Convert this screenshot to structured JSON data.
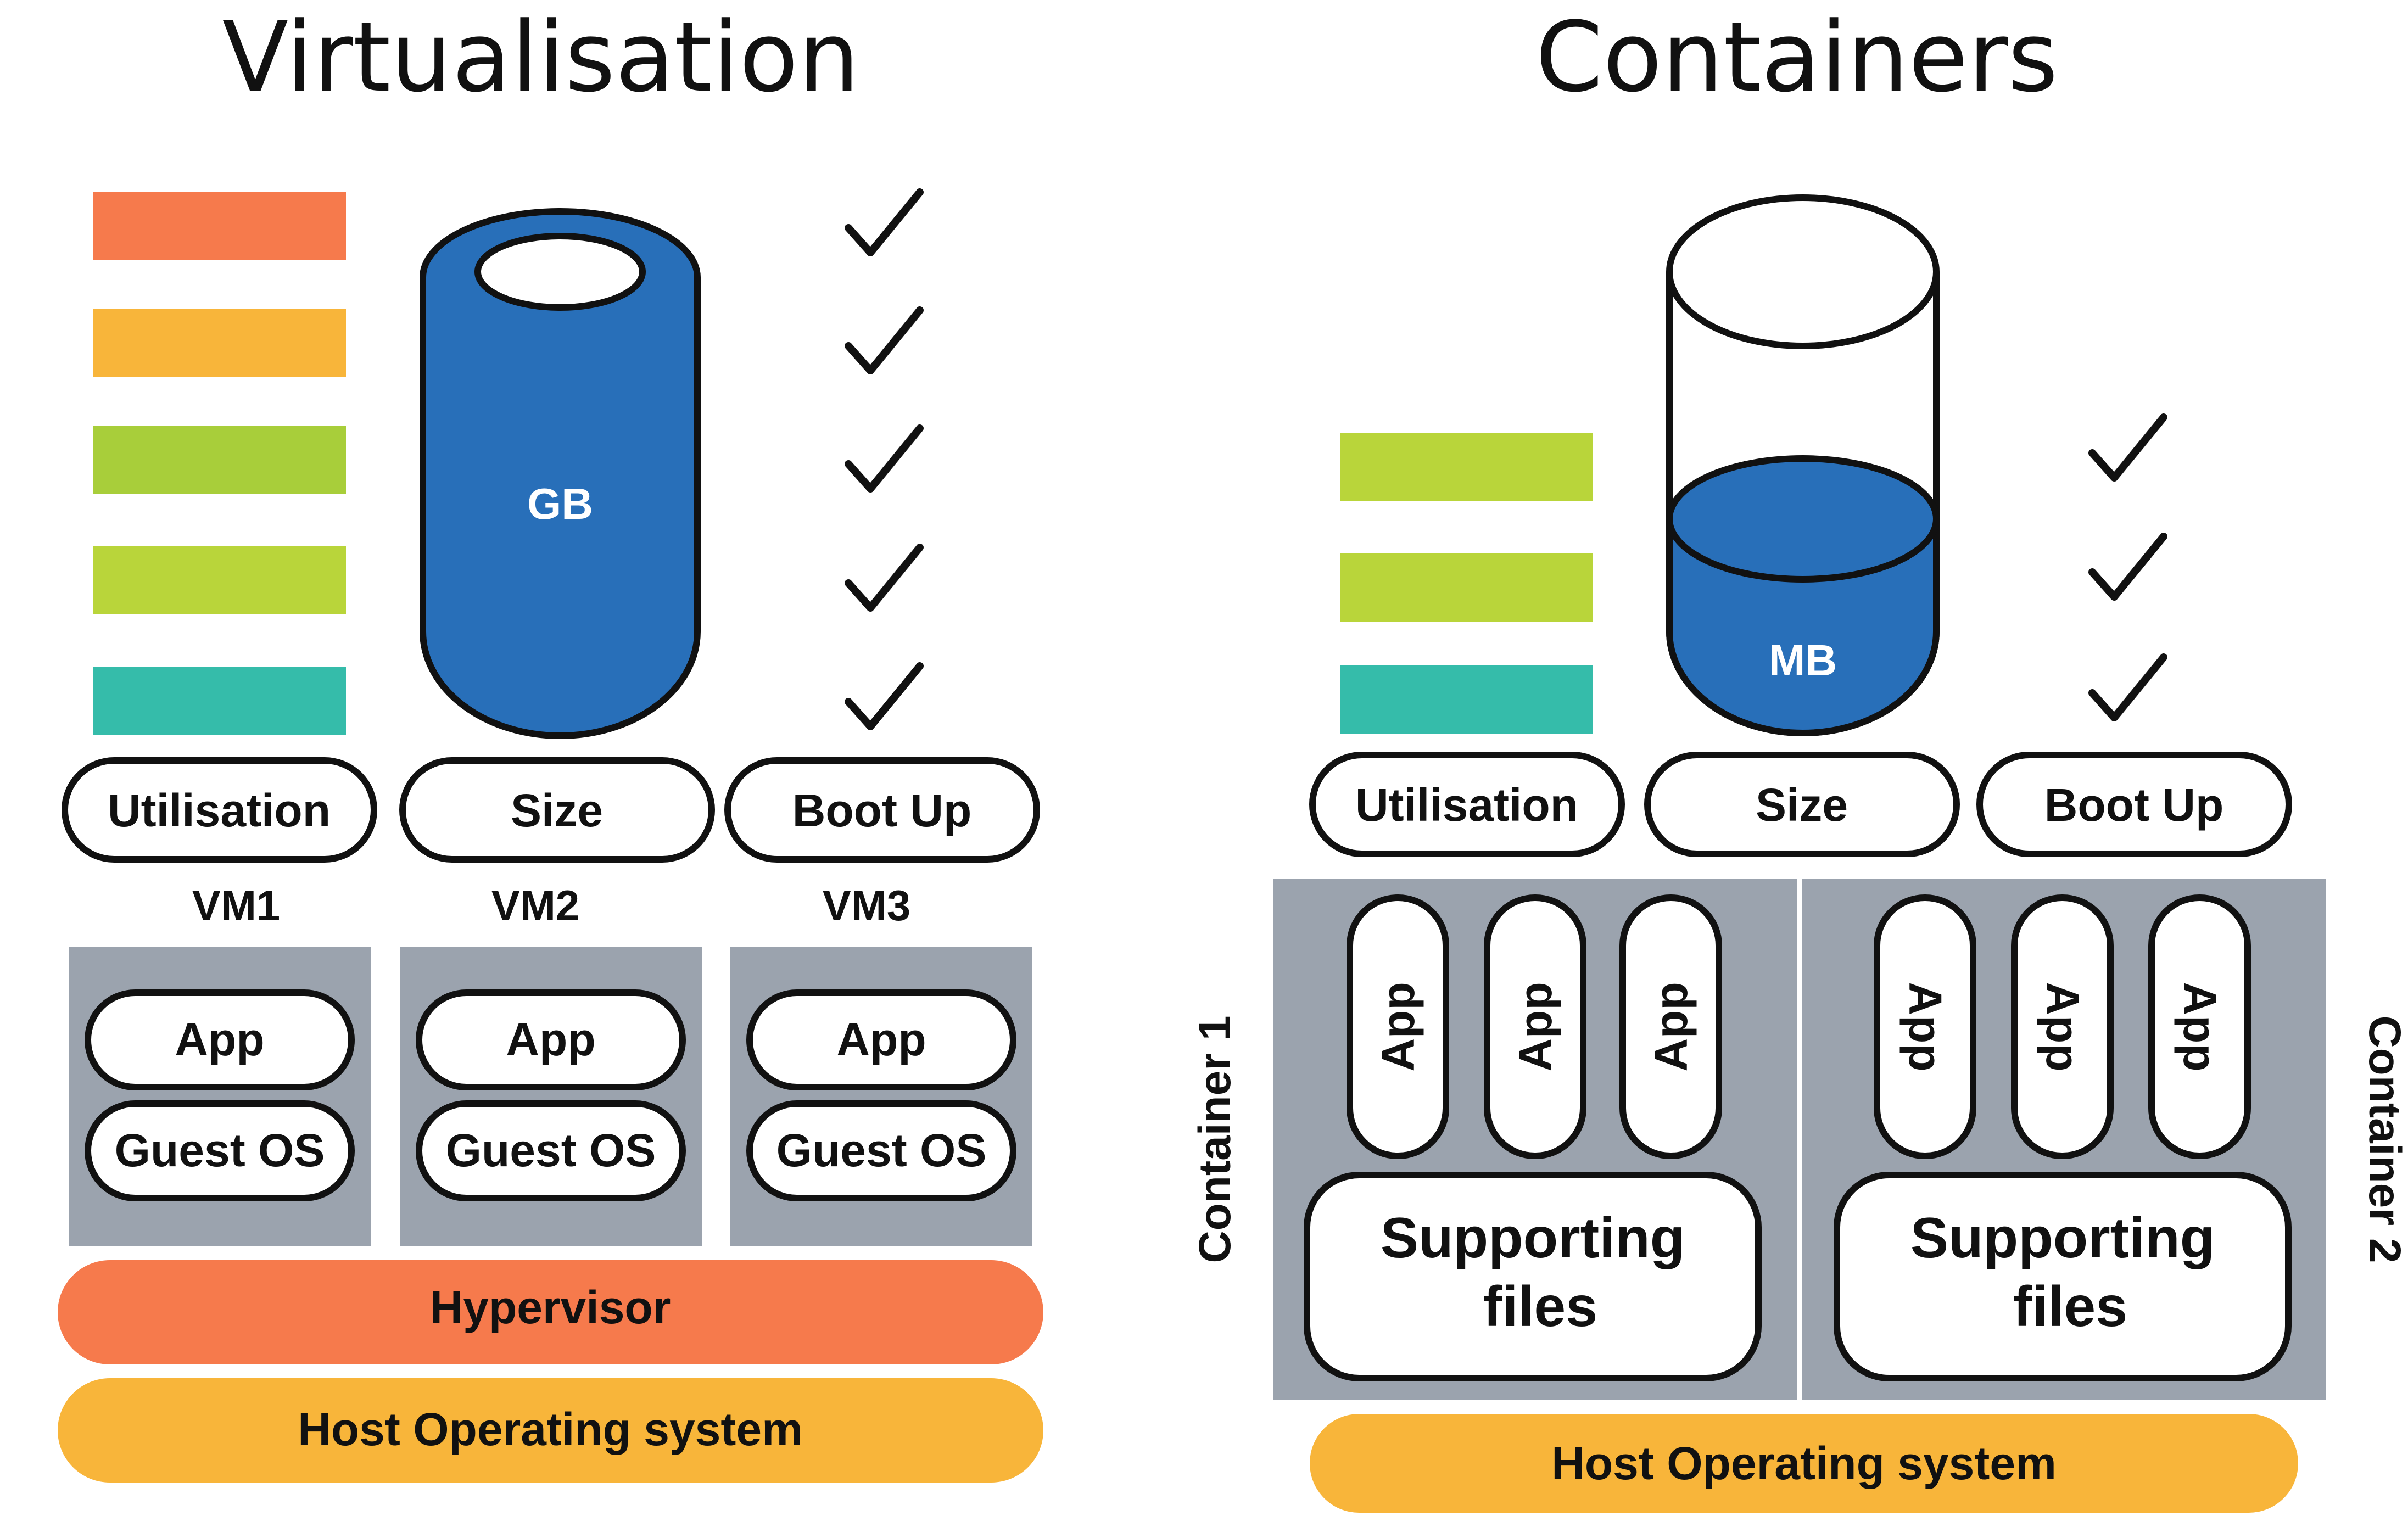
{
  "colors": {
    "red": "#f67a4c",
    "orange": "#f8b53a",
    "green": "#a8ce3a",
    "lime": "#b9d53a",
    "teal": "#35bcaa",
    "blue": "#286fb9",
    "panel_gray": "#9ba3ae"
  },
  "virtualisation": {
    "title": "Virtualisation",
    "utilisation_level": 5,
    "boot_checks": 5,
    "size_unit": "GB",
    "metrics": {
      "utilisation": "Utilisation",
      "size": "Size",
      "boot": "Boot Up"
    },
    "vms": [
      {
        "name": "VM1",
        "app": "App",
        "guest_os": "Guest OS"
      },
      {
        "name": "VM2",
        "app": "App",
        "guest_os": "Guest OS"
      },
      {
        "name": "VM3",
        "app": "App",
        "guest_os": "Guest OS"
      }
    ],
    "hypervisor": "Hypervisor",
    "host_os": "Host Operating system"
  },
  "containers": {
    "title": "Containers",
    "utilisation_level": 3,
    "boot_checks": 3,
    "size_unit": "MB",
    "metrics": {
      "utilisation": "Utilisation",
      "size": "Size",
      "boot": "Boot Up"
    },
    "containers": [
      {
        "name": "Container 1",
        "apps": [
          "App",
          "App",
          "App"
        ],
        "supporting_line1": "Supporting",
        "supporting_line2": "files"
      },
      {
        "name": "Container 2",
        "apps": [
          "App",
          "App",
          "App"
        ],
        "supporting_line1": "Supporting",
        "supporting_line2": "files"
      }
    ],
    "host_os": "Host Operating system"
  }
}
